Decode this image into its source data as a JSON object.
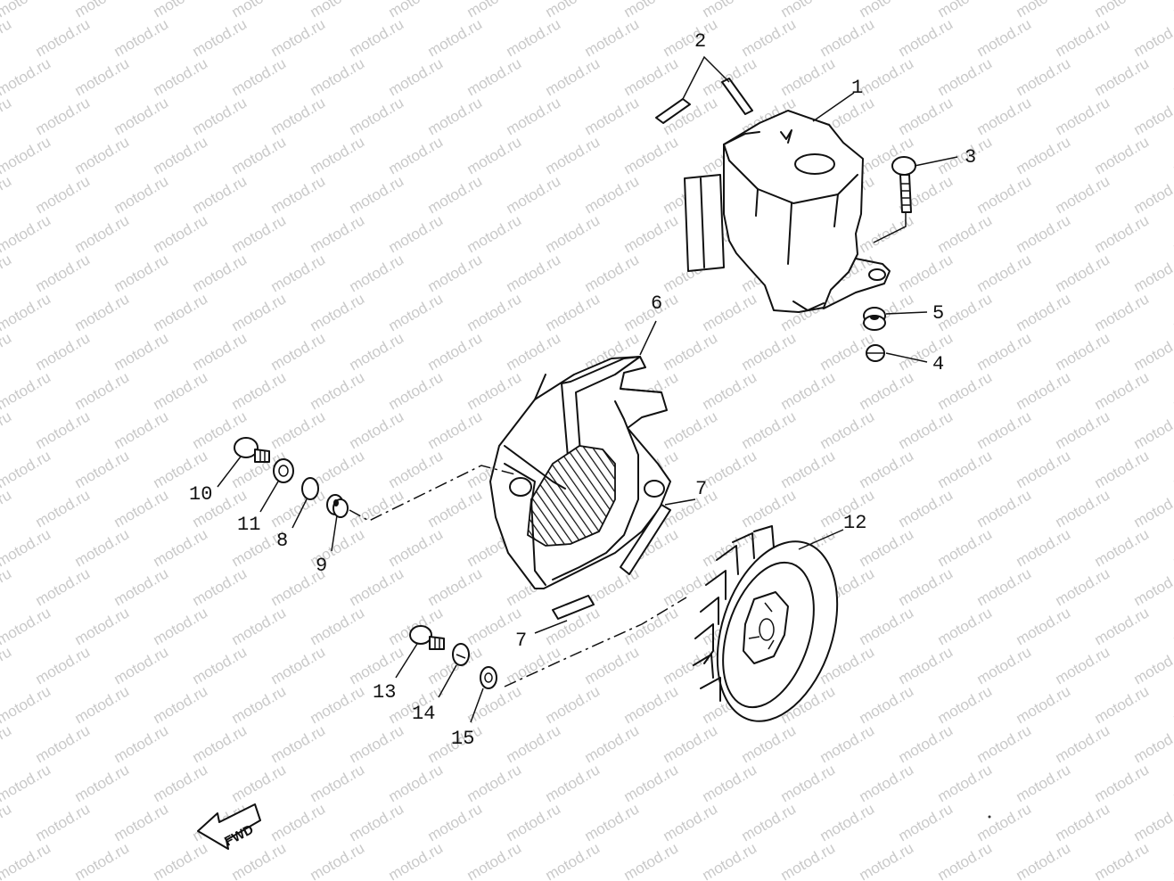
{
  "watermark": {
    "text": "motod.ru"
  },
  "callouts": [
    {
      "id": "1",
      "label": "1"
    },
    {
      "id": "2",
      "label": "2"
    },
    {
      "id": "3",
      "label": "3"
    },
    {
      "id": "4",
      "label": "4"
    },
    {
      "id": "5",
      "label": "5"
    },
    {
      "id": "6",
      "label": "6"
    },
    {
      "id": "7a",
      "label": "7"
    },
    {
      "id": "7b",
      "label": "7"
    },
    {
      "id": "8",
      "label": "8"
    },
    {
      "id": "9",
      "label": "9"
    },
    {
      "id": "10",
      "label": "10"
    },
    {
      "id": "11",
      "label": "11"
    },
    {
      "id": "12",
      "label": "12"
    },
    {
      "id": "13",
      "label": "13"
    },
    {
      "id": "14",
      "label": "14"
    },
    {
      "id": "15",
      "label": "15"
    }
  ],
  "direction_arrow": {
    "label": "FWD"
  }
}
